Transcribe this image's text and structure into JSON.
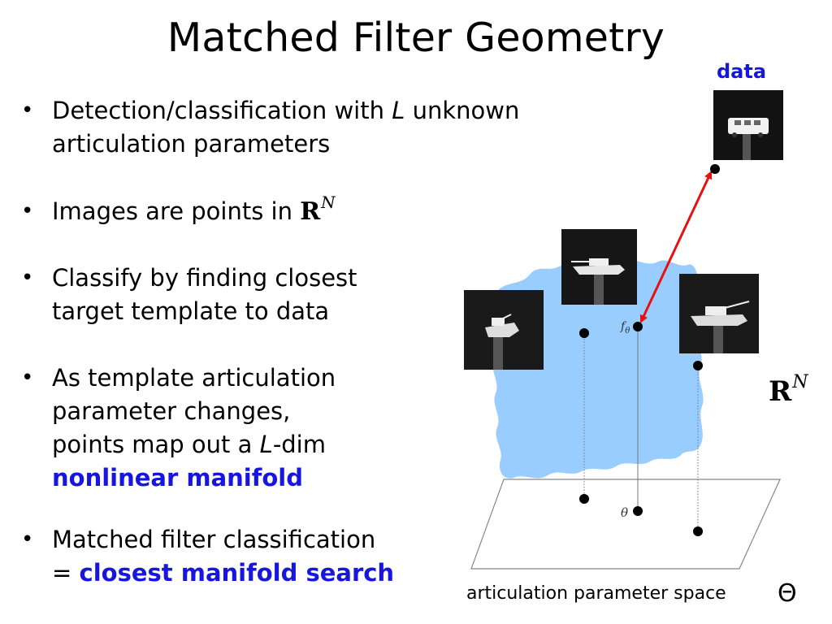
{
  "title": "Matched Filter Geometry",
  "bullets": {
    "b1": {
      "before": "Detection/classification with ",
      "var": "L",
      "after": " unknown",
      "line2": "articulation parameters"
    },
    "b2": {
      "text": "Images are points in ",
      "math_R": "R",
      "math_sup": "N"
    },
    "b3": {
      "line1": "Classify by finding closest",
      "line2": "target template to data"
    },
    "b4": {
      "line1": "As template articulation",
      "line2": "parameter changes,",
      "line3_before": "points map out a ",
      "line3_var": "L",
      "line3_after": "-dim",
      "line4": "nonlinear manifold"
    },
    "b5": {
      "line1": "Matched filter classification",
      "line2_before": "= ",
      "line2_highlight": "closest manifold search"
    },
    "bullet_char": "•"
  },
  "diagram": {
    "data_label": "data",
    "space_R": "R",
    "space_sup": "N",
    "f_label": "f",
    "f_sub": "θ",
    "theta_label": "θ",
    "caption": "articulation parameter space",
    "caption_icon": "Θ",
    "colors": {
      "manifold": "#99ccff",
      "arrow": "#e81010",
      "highlight": "#1616e0"
    },
    "icons": {
      "tank_thumb": "tank-image-icon",
      "bus_thumb": "bus-image-icon"
    }
  }
}
